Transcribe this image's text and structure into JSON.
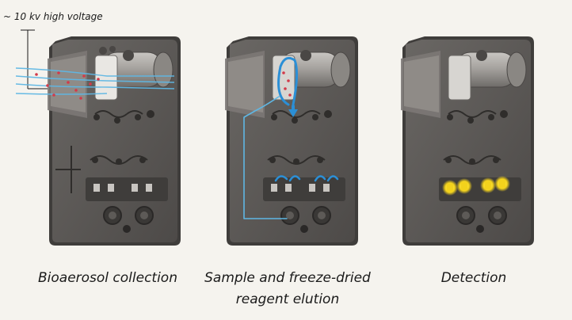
{
  "annotation": {
    "voltage": "~ 10 kv high voltage"
  },
  "panels": [
    {
      "caption": "Bioaerosol collection",
      "stage": "collection"
    },
    {
      "caption_lines": [
        "Sample and freeze-dried",
        "reagent elution"
      ],
      "stage": "elution"
    },
    {
      "caption": "Detection",
      "stage": "detection"
    }
  ],
  "colors": {
    "background": "#f5f3ee",
    "chip_body": "#5d5a57",
    "chip_edge": "#3f3d3b",
    "cylinder": "#9c9995",
    "air_flow": "#5fb7e4",
    "particles": "#d23a4a",
    "fluid": "#2b8fd6",
    "detection_glow": "#f3d21c"
  }
}
